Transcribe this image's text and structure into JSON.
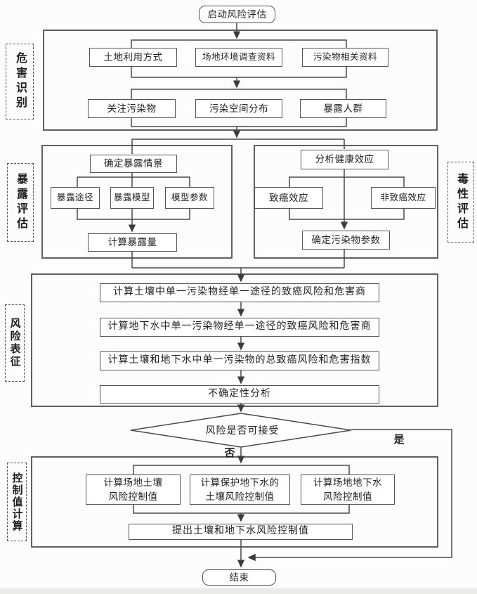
{
  "colors": {
    "line": "#4a4a4a",
    "box_border": "#555555",
    "text": "#222222",
    "background": "#fcfcfc",
    "bottom_strip": "#eaeae8"
  },
  "diagram": {
    "start": "启动风险评估",
    "hazard_identification": {
      "label": "危害识别",
      "row1": [
        "土地利用方式",
        "场地环境调查资料",
        "污染物相关资料"
      ],
      "row2": [
        "关注污染物",
        "污染空间分布",
        "暴露人群"
      ]
    },
    "exposure_assessment": {
      "label": "暴露评估",
      "scenario": "确定暴露情景",
      "items": [
        "暴露途径",
        "暴露模型",
        "模型参数"
      ],
      "result": "计算暴露量"
    },
    "toxicity_assessment": {
      "label": "毒性评估",
      "analyze": "分析健康效应",
      "items": [
        "致癌效应",
        "非致癌效应"
      ],
      "result": "确定污染物参数"
    },
    "risk_characterization": {
      "label": "风险表征",
      "steps": [
        "计算土壤中单一污染物经单一途径的致癌风险和危害商",
        "计算地下水中单一污染物经单一途径的致癌风险和危害商",
        "计算土壤和地下水中单一污染物的总致癌风险和危害指数",
        "不确定性分析"
      ]
    },
    "decision": {
      "question": "风险是否可接受",
      "yes": "是",
      "no": "否"
    },
    "control_value_calculation": {
      "label": "控制值计算",
      "boxes": [
        "计算场地土壤\n风险控制值",
        "计算保护地下水的\n土壤风险控制值",
        "计算场地地下水\n风险控制值"
      ],
      "result": "提出土壤和地下水风险控制值"
    },
    "end": "结束"
  }
}
